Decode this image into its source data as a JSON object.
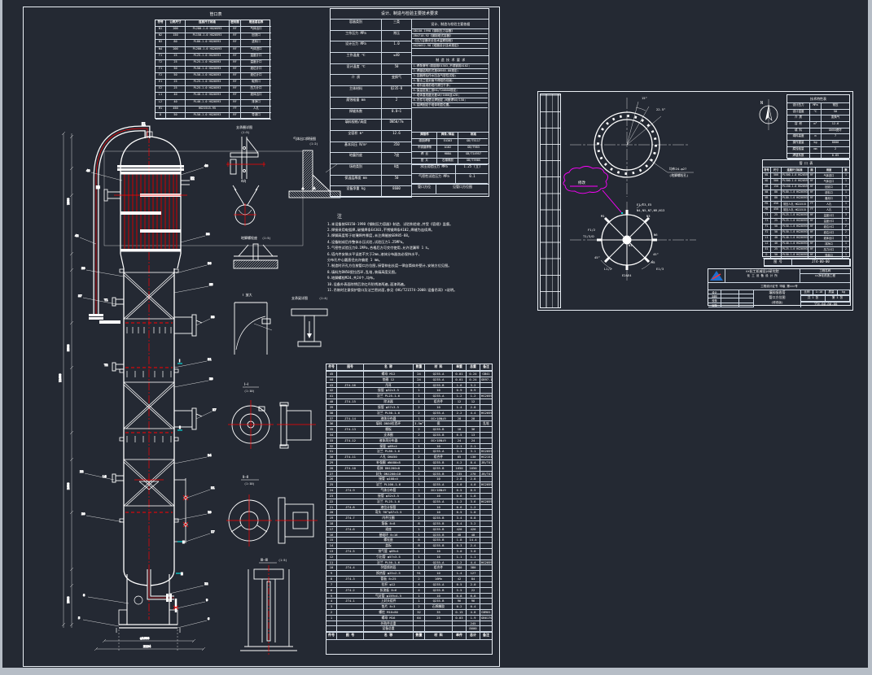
{
  "colors": {
    "background": "#242933",
    "line": "#ffffff",
    "red": "#ff0000",
    "magenta": "#ff00ff",
    "cyan": "#00ffff",
    "frame": "#b6bdc6",
    "logo_blue": "#1f6fd0"
  },
  "left_sheet": {
    "nozzle_table": {
      "title": "管口表",
      "headers": [
        "符号",
        "公称尺寸",
        "连接尺寸标准",
        "密封面",
        "用途或名称"
      ],
      "rows": [
        [
          "N1",
          "200",
          "PL200-1.0 HG20593",
          "RF",
          "气体出口"
        ],
        [
          "N2",
          "150",
          "PL150-1.0 HG20593",
          "RF",
          "回流口"
        ],
        [
          "N3",
          "80",
          "PL80-1.0 HG20593",
          "RF",
          "进料口"
        ],
        [
          "N4",
          "200",
          "PL200-1.0 HG20593",
          "RF",
          "气体进口"
        ],
        [
          "T1",
          "25",
          "PL25-1.0 HG20593",
          "RF",
          "温度计口"
        ],
        [
          "T2",
          "25",
          "PL25-1.0 HG20593",
          "RF",
          "温度计口"
        ],
        [
          "F1",
          "50",
          "PL50-1.0 HG20593",
          "RF",
          "液位计口"
        ],
        [
          "F2",
          "50",
          "PL50-1.0 HG20593",
          "RF",
          "液位计口"
        ],
        [
          "E1",
          "25",
          "PL25-1.0 HG20593",
          "RF",
          "取样口"
        ],
        [
          "E2",
          "25",
          "PL25-1.0 HG20593",
          "RF",
          "压力计口"
        ],
        [
          "L1",
          "40",
          "PL40-1.0 HG20593",
          "RF",
          "液体出口"
        ],
        [
          "L2",
          "40",
          "PL40-1.0 HG20593",
          "RF",
          "排净口"
        ],
        [
          "M1",
          "450",
          "HG21515-95",
          "FF",
          "人孔"
        ],
        [
          "D",
          "50",
          "PL50-1.0 HG20593",
          "RF",
          "导淋口"
        ]
      ]
    },
    "tech_table": {
      "title": "设计、制造与检验主要技术要求",
      "left_rows": [
        [
          "容器类别",
          "三类"
        ],
        [
          "工作压力 MPa",
          "常压"
        ],
        [
          "设计压力 MPa",
          "1.0"
        ],
        [
          "工作温度 ℃",
          "≤40"
        ],
        [
          "设计温度 ℃",
          "50"
        ],
        [
          "介 质",
          "变换气"
        ],
        [
          "主体材料",
          "Q235-B"
        ],
        [
          "腐蚀裕量 mm",
          "2"
        ],
        [
          "焊缝系数",
          "0.8~1"
        ],
        [
          "填料规格/高度",
          "DN50/7m"
        ],
        [
          "全容积 m³",
          "12.6"
        ],
        [
          "基本风压 N/m²",
          "350"
        ],
        [
          "地震烈度",
          "7度"
        ],
        [
          "场地类别",
          "Ⅱ类"
        ],
        [
          "保温层厚度 mm",
          "50"
        ],
        [
          "设备净重 kg",
          "8600"
        ]
      ],
      "right": {
        "basis_title": "设计、制造与检验主要依据",
        "basis_lines": [
          "GB150-1998《钢制压力容器》",
          "JB4710-92《钢制塔式容器》",
          "《压力容器安全技术监察规程》",
          "HG20652-98《塔器设计技术规定》"
        ],
        "mfg_title": "制 造 技 术 要 求",
        "mfg_lines": [
          "1.焊条牌号:碳钢用E4303,不锈钢用A102;",
          "2.焊缝结构形式按GB985-88规定;",
          "3.容器焊后作水压及气密性试验;",
          "4.管法兰密封面不得碰伤划痕;",
          "5.填料装填前塔内清扫干净;",
          "6.保温层施工按HG/T20668规定;",
          "7.塔体直线度允差≤H/1000且≤20;",
          "8.内件与塔壁点焊固定,间断焊50/150;",
          "9.铭牌固定于塔体明显位置。"
        ],
        "weld_table": {
          "headers": [
            "焊接件",
            "焊条/焊丝",
            "标准"
          ],
          "rows": [
            [
              "碳钢焊条",
              "E4303",
              "GB/T5117"
            ],
            [
              "不锈钢焊条",
              "A102",
              "GB/T983"
            ],
            [
              "焊 丝",
              "H08A",
              "GB/T14957"
            ],
            [
              "垫 片",
              "石棉橡胶",
              "GB/T3985"
            ]
          ]
        },
        "test_rows": [
          [
            "水压试验压力 MPa",
            "1.25 (立)"
          ],
          [
            "气密性试验压力 MPa",
            "0.1"
          ]
        ],
        "bottom_rows": [
          [
            "管口方位",
            "见管口方位图"
          ]
        ]
      }
    },
    "notes": {
      "title": "注",
      "lines": [
        "1.本设备按GB150-1998《钢制压力容器》制造、试验和验收,并受《容规》监督。",
        "2.焊接采用电弧焊,碳钢焊条E4303,不锈钢焊条A102,焊缝为连续焊。",
        "3.焊脚高度等于较薄焊件厚度,未注焊缝按GB985-88。",
        "4.设备制成后作整体水压试验,试验压力1.25MPa。",
        "5.气密性试验压力0.1MPa,合格后方可交付使用,允许泄漏率 1 ‰。",
        "6.塔内件安装水平误差不大于2mm,液体分布器务必保持水平,",
        "      分布孔中心圆直径允许偏差 1 mm。",
        "7.制造时开孔方位按管口方位图,接管伸出长度一律自筒体外壁计,安装方位见图。",
        "8.填料为DN50瓷拉西环,乱堆,装填高度见图。",
        "9.地脚螺栓M24,共24个,均布。",
        "10.设备外表面除锈后涂红丹防锈漆两遍,面漆两遍。",
        "11.吊装时注意保护管口及法兰密封面,参见《HG/T21574-2008:设备吊耳》×说明。"
      ]
    },
    "bom": {
      "headers": [
        "件号",
        "图号",
        "名 称",
        "数量",
        "材 料",
        "单重",
        "总重",
        "备注"
      ],
      "footer_headers": [
        "件号",
        "图 号",
        "名 称",
        "数量",
        "材 料",
        "单件",
        "总计",
        "备注"
      ],
      "rows": [
        [
          "45",
          "",
          "螺母 M12",
          "24",
          "Q235-A",
          "0.01",
          "0.24",
          "GB41"
        ],
        [
          "44",
          "",
          "垫圈 12",
          "24",
          "Q235-A",
          "0.01",
          "0.24",
          "GB97.1"
        ],
        [
          "43",
          "JT4-16",
          "吊耳",
          "2",
          "Q235-B",
          "1.6",
          "3.2",
          ""
        ],
        [
          "42",
          "",
          "接管 φ32×3.5",
          "1",
          "10",
          "0.9",
          "0.9",
          ""
        ],
        [
          "41",
          "",
          "法兰 PL25-1.6",
          "1",
          "Q235-A",
          "1.2",
          "1.2",
          "HG20593"
        ],
        [
          "40",
          "JT4-15",
          "除沫器",
          "1",
          "组合件",
          "12",
          "12",
          ""
        ],
        [
          "39",
          "",
          "接管 φ57×3.5",
          "2",
          "10",
          "1.4",
          "2.8",
          ""
        ],
        [
          "38",
          "",
          "法兰 PL50-1.6",
          "2",
          "Q235-A",
          "2.2",
          "4.4",
          "HG20593"
        ],
        [
          "37",
          "JT4-14",
          "液体分布器",
          "1",
          "0Cr18Ni9",
          "28",
          "28",
          ""
        ],
        [
          "36",
          "",
          "填料 DN50拉西环",
          "3.5m³",
          "瓷",
          "",
          "",
          "乱堆"
        ],
        [
          "35",
          "JT4-13",
          "栅板",
          "2",
          "Q235-B",
          "18",
          "36",
          ""
        ],
        [
          "34",
          "",
          "支承圈",
          "2",
          "Q235-B",
          "6.5",
          "13",
          ""
        ],
        [
          "33",
          "JT4-12",
          "液体再分布器",
          "1",
          "0Cr18Ni9",
          "24",
          "24",
          ""
        ],
        [
          "32",
          "",
          "接管 φ89×4",
          "1",
          "10",
          "2.1",
          "2.1",
          ""
        ],
        [
          "31",
          "",
          "法兰 PL80-1.6",
          "1",
          "Q235-A",
          "3.1",
          "3.1",
          "HG20593"
        ],
        [
          "30",
          "JT4-11",
          "人孔 DN450",
          "2",
          "组合件",
          "65",
          "130",
          "HG21515"
        ],
        [
          "29",
          "",
          "补强圈 dN480×8",
          "2",
          "Q235-B",
          "4.2",
          "8.4",
          "JB/T4736"
        ],
        [
          "28",
          "JT4-10",
          "塔体 DN1200×8",
          "1",
          "Q235-B",
          "1650",
          "1650",
          ""
        ],
        [
          "27",
          "",
          "封头 DN1200×10",
          "2",
          "Q235-B",
          "135",
          "270",
          "JB/T4746"
        ],
        [
          "26",
          "",
          "接管 φ108×4",
          "1",
          "10",
          "2.8",
          "2.8",
          ""
        ],
        [
          "25",
          "",
          "法兰 PL100-1.6",
          "1",
          "Q235-A",
          "4.0",
          "4.0",
          "HG20593"
        ],
        [
          "24",
          "JT4-9",
          "气体分布管",
          "1",
          "0Cr18Ni9",
          "8.5",
          "8.5",
          ""
        ],
        [
          "23",
          "",
          "接管 φ32×3.5",
          "3",
          "10",
          "0.6",
          "1.8",
          ""
        ],
        [
          "22",
          "",
          "法兰 PL25-1.6",
          "3",
          "Q235-A",
          "1.2",
          "3.6",
          "HG20593"
        ],
        [
          "21",
          "JT4-8",
          "液位计接管",
          "2",
          "10",
          "0.6",
          "1.2",
          ""
        ],
        [
          "20",
          "",
          "弯头 90°φ57×3.5",
          "2",
          "10",
          "0.5",
          "1.0",
          ""
        ],
        [
          "19",
          "JT4-7",
          "内件压圈",
          "2",
          "Q235-B",
          "3.4",
          "6.8",
          ""
        ],
        [
          "18",
          "",
          "筋板 δ=8",
          "8",
          "Q235-B",
          "0.4",
          "3.2",
          ""
        ],
        [
          "17",
          "JT4-6",
          "裙座",
          "1",
          "Q235-B",
          "420",
          "420",
          ""
        ],
        [
          "16",
          "",
          "基础环 δ=16",
          "1",
          "Q235-B",
          "48",
          "48",
          ""
        ],
        [
          "15",
          "",
          "螺栓座",
          "8",
          "Q235-B",
          "1.8",
          "14.4",
          ""
        ],
        [
          "14",
          "",
          "盖板",
          "8",
          "Q235-B",
          "0.3",
          "2.4",
          ""
        ],
        [
          "13",
          "JT4-5",
          "排气管 φ89×4",
          "1",
          "10",
          "3.0",
          "3.0",
          ""
        ],
        [
          "12",
          "",
          "引出管 φ57×3.5",
          "1",
          "10",
          "1.1",
          "1.1",
          ""
        ],
        [
          "11",
          "",
          "法兰 PL50-1.6",
          "2",
          "Q235-A",
          "2.2",
          "4.4",
          "HG20593"
        ],
        [
          "10",
          "JT4-4",
          "列管换热段",
          "1",
          "组合件",
          "380",
          "380",
          ""
        ],
        [
          "9",
          "",
          "换热管 φ25×2.5",
          "91",
          "10",
          "1.4",
          "127",
          ""
        ],
        [
          "8",
          "JT4-3",
          "管板 δ=25",
          "2",
          "16Mn",
          "42",
          "84",
          ""
        ],
        [
          "7",
          "",
          "拉杆 φ12",
          "4",
          "Q235-A",
          "0.5",
          "2.0",
          ""
        ],
        [
          "6",
          "JT4-2",
          "折流板 δ=6",
          "4",
          "Q235-B",
          "5.5",
          "22",
          ""
        ],
        [
          "5",
          "",
          "气封管 φ159×4.5",
          "1",
          "10",
          "6.8",
          "6.8",
          ""
        ],
        [
          "4",
          "JT4-1",
          "上封头组件",
          "1",
          "Q235-B",
          "96",
          "96",
          ""
        ],
        [
          "3",
          "",
          "垫片 δ=3",
          "2",
          "石棉橡胶",
          "0.2",
          "0.4",
          ""
        ],
        [
          "2",
          "",
          "螺柱 M16×80",
          "32",
          "35",
          "0.15",
          "4.8",
          "GB901"
        ],
        [
          "1",
          "",
          "螺母 M16",
          "64",
          "25",
          "0.03",
          "1.9",
          "GB6170"
        ],
        [
          "",
          "",
          "外购件总重",
          "",
          "",
          "",
          "245",
          ""
        ],
        [
          "",
          "",
          "设备总重",
          "",
          "",
          "",
          "8600",
          ""
        ]
      ]
    }
  },
  "tower": {
    "labels": {
      "n1": "N1",
      "n2": "N2",
      "n6": "N6",
      "t1": "T1",
      "t2": "T2",
      "lg": "LG",
      "dim_base1": "φ1600",
      "dim_base2": "2134",
      "dim_total": "12600",
      "dim_a": "1800",
      "dim_b": "3500",
      "dim_c": "2600",
      "dim_d": "1500",
      "sec1": "Ⅰ",
      "sec2": "Ⅱ",
      "sec3": "Ⅲ",
      "sec3b": "Ⅲ"
    },
    "balloons_right": [
      "40",
      "38",
      "36",
      "35",
      "33",
      "31",
      "29",
      "27",
      "24",
      "21",
      "19",
      "17",
      "12",
      "9",
      "6"
    ],
    "balloons_left": [
      "43",
      "42",
      "39",
      "37",
      "22",
      "20",
      "8",
      "5"
    ]
  },
  "details": {
    "d1_title": "支承圈详图",
    "d1_scale": "(1:5)",
    "d2_title": "气体出口焊接图",
    "d2_scale": "(1:2)",
    "d3_title": "A向",
    "d4_title": "地脚螺栓座",
    "d4_scale": "(1:5)",
    "d5_title": "Ⅰ 放大",
    "d6_title": "支承梁详图",
    "d6_scale": "(1:4)",
    "d7_title": "Ⅰ—Ⅰ",
    "d7_scale": "(1:10)",
    "d8_title": "Ⅱ—Ⅱ",
    "d8_scale": "(1:10)",
    "d9_title": "Ⅲ—Ⅲ",
    "d9_scale": "(1:5)"
  },
  "right_sheet": {
    "params_table": {
      "title": "技术特性表",
      "rows": [
        [
          "设计压力",
          "MPa",
          "常压"
        ],
        [
          "设计温度",
          "℃",
          "50"
        ],
        [
          "介 质",
          "",
          "变换气"
        ],
        [
          "容 积",
          "m³",
          "12.6"
        ],
        [
          "填 料",
          "",
          "DN50瓷环"
        ],
        [
          "填料高度",
          "m",
          "7"
        ],
        [
          "操作重量",
          "kg",
          "8600"
        ],
        [
          "腐蚀裕量",
          "mm",
          "2"
        ],
        [
          "焊缝系数",
          "",
          "0.85"
        ]
      ]
    },
    "nozzle_table": {
      "title": "管 口 表",
      "headers": [
        "符号",
        "尺寸",
        "连接尺寸标准",
        "面",
        "用途",
        "数"
      ],
      "rows": [
        [
          "N1",
          "500",
          "PL500-1.0 HG20593",
          "RF",
          "气体进口",
          "1"
        ],
        [
          "N2",
          "500",
          "PL500-1.0 HG20593",
          "RF",
          "气体出口",
          "1"
        ],
        [
          "N3",
          "150",
          "PL150-1.0 HG20593",
          "RF",
          "回流口",
          "1"
        ],
        [
          "N4",
          "80",
          "PL80-1.0 HG20593",
          "RF",
          "进料口",
          "1"
        ],
        [
          "N5",
          "80",
          "PL80-1.0 HG20593",
          "RF",
          "备用口",
          "1"
        ],
        [
          "M1",
          "450",
          "常压人孔 HG21515",
          "FF",
          "人孔",
          "1"
        ],
        [
          "M5",
          "450",
          "常压人孔 HG21515",
          "FF",
          "人孔",
          "1"
        ],
        [
          "T1",
          "25",
          "PL25-1.0 HG20593",
          "RF",
          "温度计口",
          "3"
        ],
        [
          "T3",
          "25",
          "PL25-1.0 HG20593",
          "RF",
          "温度计口",
          "1"
        ],
        [
          "F1",
          "50",
          "PL50-1.0 HG20593",
          "RF",
          "液位计口",
          "2"
        ],
        [
          "F2",
          "50",
          "PL50-1.0 HG20593",
          "RF",
          "液位计口",
          "2"
        ],
        [
          "L1",
          "40",
          "PL40-1.0 HG20593",
          "RF",
          "液体出口",
          "1"
        ],
        [
          "L2",
          "40",
          "PL40-1.0 HG20593",
          "RF",
          "排净口",
          "1"
        ],
        [
          "E1",
          "25",
          "PL25-1.0 HG20593",
          "RF",
          "压力计口",
          "2"
        ],
        [
          "D",
          "50",
          "PL50-1.0 HG20593",
          "RF",
          "导淋口",
          "1"
        ]
      ]
    },
    "drawing_labels": {
      "north": "N",
      "angle1": "15°",
      "angle2": "22.5°",
      "bolt_note1": "均布24-φ27",
      "bolt_note2": "(地脚螺栓孔)",
      "cloud_text": "修改",
      "top_group1": "E1,E3,E5",
      "top_group2": "N4,N5,N7,N9,N13",
      "or_m1": "M1",
      "or_n3": "N3",
      "or_n6": "N6",
      "or_n1": "N1",
      "or_m5": "M5",
      "or_f": "F1/2",
      "or_t": "T1/3/D",
      "or_l": "L1/2",
      "or_e24": "E2&E4",
      "or_e13": "E1/3",
      "angle45l": "45°",
      "angle45r": "45°"
    },
    "title_block": {
      "doc_no_label": "图 号",
      "doc_no": "JT4-00-00",
      "company_line1": "××化工机械设计研究院",
      "company_line2": "化 工 设 备 设 计 所",
      "cert": "工程设计证书 甲级 第×××号",
      "project_label": "工程名称",
      "project": "××净化改造工程",
      "fields": [
        [
          "设计",
          "",
          ""
        ],
        [
          "制图",
          "",
          ""
        ],
        [
          "校核",
          "",
          ""
        ],
        [
          "审核",
          "",
          ""
        ]
      ],
      "title_line1": "填料吸收塔",
      "title_line2": "管口方位图",
      "title_line3": "(修改版)",
      "scale_label": "比例",
      "scale": "1:10",
      "mass_label": "质量",
      "mass": "kg",
      "sheets": "共 1 张",
      "sheet_no": "第 1 张",
      "drawing_no": "JT4-00-00-00"
    }
  }
}
